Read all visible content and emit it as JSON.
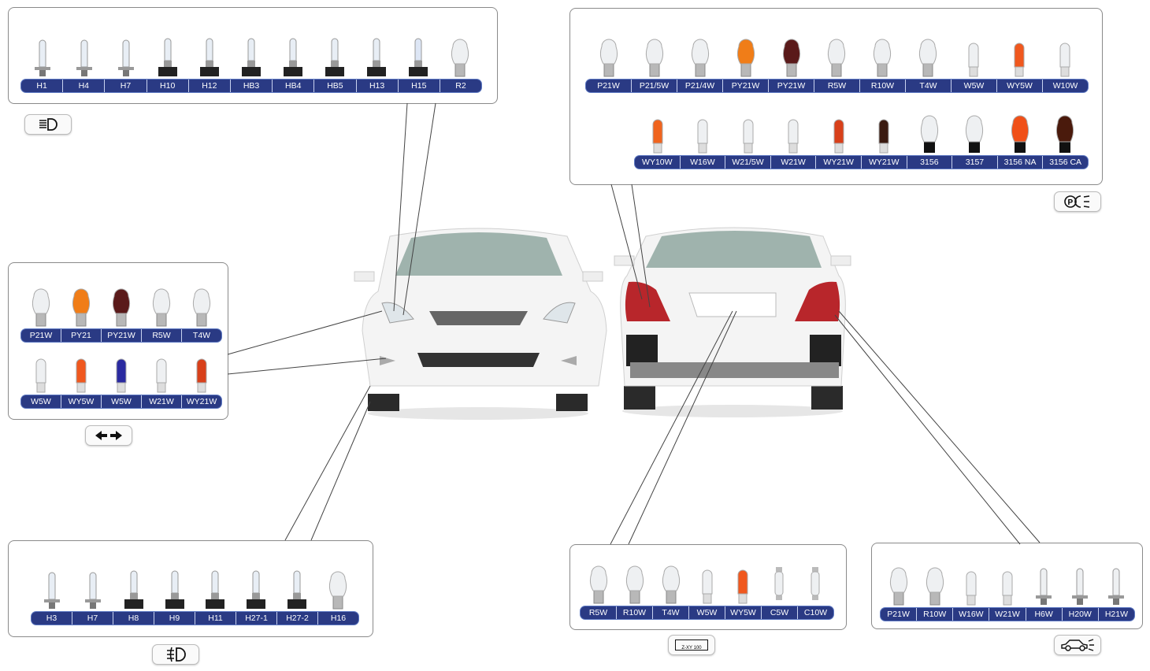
{
  "panels": {
    "headlight": {
      "rows": [
        [
          {
            "l": "H1",
            "c": "#e8eef5",
            "t": "halo"
          },
          {
            "l": "H4",
            "c": "#e8eef5",
            "t": "halo"
          },
          {
            "l": "H7",
            "c": "#e8eef5",
            "t": "halo"
          },
          {
            "l": "H10",
            "c": "#e8eef5",
            "t": "socket"
          },
          {
            "l": "H12",
            "c": "#e8eef5",
            "t": "socket"
          },
          {
            "l": "HB3",
            "c": "#e8eef5",
            "t": "socket"
          },
          {
            "l": "HB4",
            "c": "#e8eef5",
            "t": "socket"
          },
          {
            "l": "HB5",
            "c": "#e8eef5",
            "t": "socket"
          },
          {
            "l": "H13",
            "c": "#e8eef5",
            "t": "socket"
          },
          {
            "l": "H15",
            "c": "#dde6f5",
            "t": "socket"
          },
          {
            "l": "R2",
            "c": "#eef0f2",
            "t": "ball"
          }
        ]
      ]
    },
    "rear_top": {
      "rows": [
        [
          {
            "l": "P21W",
            "c": "#eef0f2",
            "t": "ball"
          },
          {
            "l": "P21/5W",
            "c": "#eef0f2",
            "t": "ball"
          },
          {
            "l": "P21/4W",
            "c": "#eef0f2",
            "t": "ball"
          },
          {
            "l": "PY21W",
            "c": "#f07d18",
            "t": "ball"
          },
          {
            "l": "PY21W",
            "c": "#5a1a1a",
            "t": "ball"
          },
          {
            "l": "R5W",
            "c": "#eef0f2",
            "t": "ball"
          },
          {
            "l": "R10W",
            "c": "#eef0f2",
            "t": "ball"
          },
          {
            "l": "T4W",
            "c": "#eef0f2",
            "t": "ball"
          },
          {
            "l": "W5W",
            "c": "#eef0f2",
            "t": "wedge"
          },
          {
            "l": "WY5W",
            "c": "#f0581e",
            "t": "wedge"
          },
          {
            "l": "W10W",
            "c": "#eef0f2",
            "t": "wedge"
          }
        ],
        [
          {
            "l": "WY10W",
            "c": "#f0641e",
            "t": "wedge"
          },
          {
            "l": "W16W",
            "c": "#eef0f2",
            "t": "wedge"
          },
          {
            "l": "W21/5W",
            "c": "#eef0f2",
            "t": "wedge"
          },
          {
            "l": "W21W",
            "c": "#eef0f2",
            "t": "wedge"
          },
          {
            "l": "WY21W",
            "c": "#d8401a",
            "t": "wedge"
          },
          {
            "l": "WY21W",
            "c": "#3a1a10",
            "t": "wedge"
          },
          {
            "l": "3156",
            "c": "#eef0f2",
            "t": "plug"
          },
          {
            "l": "3157",
            "c": "#eef0f2",
            "t": "plug"
          },
          {
            "l": "3156 NA",
            "c": "#f05018",
            "t": "plug"
          },
          {
            "l": "3156 CA",
            "c": "#4a1a0c",
            "t": "plug"
          }
        ]
      ]
    },
    "signal": {
      "rows": [
        [
          {
            "l": "P21W",
            "c": "#eef0f2",
            "t": "ball"
          },
          {
            "l": "PY21",
            "c": "#f07d18",
            "t": "ball"
          },
          {
            "l": "PY21W",
            "c": "#5a1a1a",
            "t": "ball"
          },
          {
            "l": "R5W",
            "c": "#eef0f2",
            "t": "ball"
          },
          {
            "l": "T4W",
            "c": "#eef0f2",
            "t": "ball"
          }
        ],
        [
          {
            "l": "W5W",
            "c": "#eef0f2",
            "t": "wedge"
          },
          {
            "l": "WY5W",
            "c": "#f0581e",
            "t": "wedge"
          },
          {
            "l": "W5W",
            "c": "#2a2aa0",
            "t": "wedge"
          },
          {
            "l": "W21W",
            "c": "#eef0f2",
            "t": "wedge"
          },
          {
            "l": "WY21W",
            "c": "#d8401a",
            "t": "wedge"
          }
        ]
      ]
    },
    "fog": {
      "rows": [
        [
          {
            "l": "H3",
            "c": "#e8eef5",
            "t": "halo"
          },
          {
            "l": "H7",
            "c": "#e8eef5",
            "t": "halo"
          },
          {
            "l": "H8",
            "c": "#e8eef5",
            "t": "socket"
          },
          {
            "l": "H9",
            "c": "#e8eef5",
            "t": "socket"
          },
          {
            "l": "H11",
            "c": "#e8eef5",
            "t": "socket"
          },
          {
            "l": "H27-1",
            "c": "#e8eef5",
            "t": "socket"
          },
          {
            "l": "H27-2",
            "c": "#e8eef5",
            "t": "socket"
          },
          {
            "l": "H16",
            "c": "#eef0f2",
            "t": "ball"
          }
        ]
      ]
    },
    "plate": {
      "rows": [
        [
          {
            "l": "R5W",
            "c": "#eef0f2",
            "t": "ball"
          },
          {
            "l": "R10W",
            "c": "#eef0f2",
            "t": "ball"
          },
          {
            "l": "T4W",
            "c": "#eef0f2",
            "t": "ball"
          },
          {
            "l": "W5W",
            "c": "#eef0f2",
            "t": "wedge"
          },
          {
            "l": "WY5W",
            "c": "#f0581e",
            "t": "wedge"
          },
          {
            "l": "C5W",
            "c": "#eef0f2",
            "t": "fest"
          },
          {
            "l": "C10W",
            "c": "#eef0f2",
            "t": "fest"
          }
        ]
      ]
    },
    "interior": {
      "rows": [
        [
          {
            "l": "P21W",
            "c": "#eef0f2",
            "t": "ball"
          },
          {
            "l": "R10W",
            "c": "#eef0f2",
            "t": "ball"
          },
          {
            "l": "W16W",
            "c": "#eef0f2",
            "t": "wedge"
          },
          {
            "l": "W21W",
            "c": "#eef0f2",
            "t": "wedge"
          },
          {
            "l": "H6W",
            "c": "#eef0f2",
            "t": "halo"
          },
          {
            "l": "H20W",
            "c": "#eef0f2",
            "t": "halo"
          },
          {
            "l": "H21W",
            "c": "#eef0f2",
            "t": "halo"
          }
        ]
      ]
    }
  },
  "icons": {
    "plate_label": "Z-XY 100"
  },
  "colors": {
    "bar": "#2a3a84"
  }
}
